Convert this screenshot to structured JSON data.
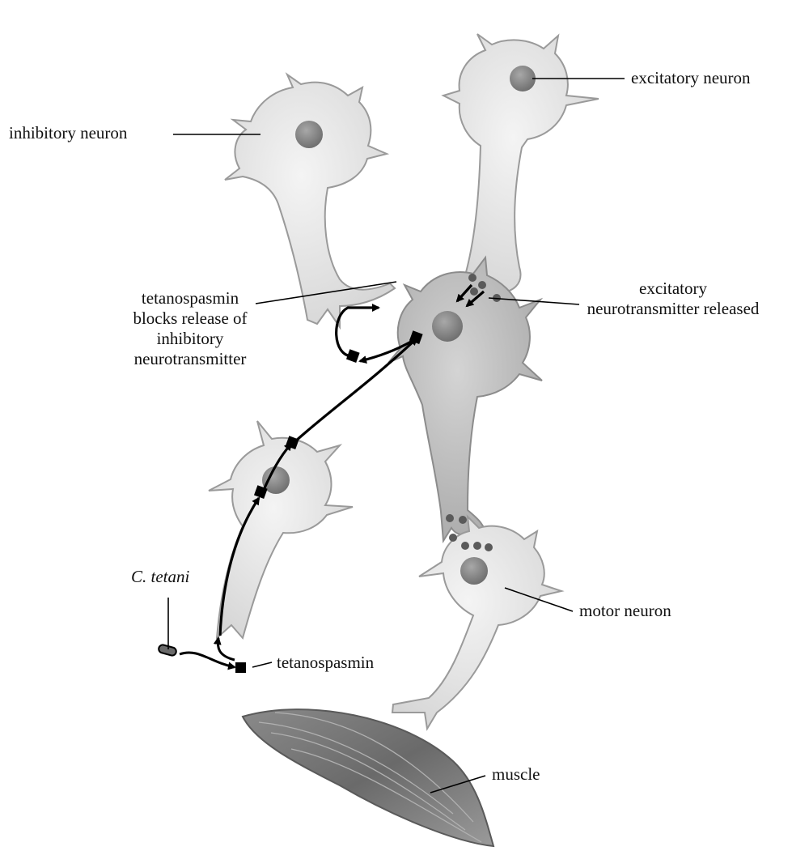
{
  "labels": {
    "inhibitory_neuron": "inhibitory neuron",
    "excitatory_neuron": "excitatory neuron",
    "blocks_line1": "tetanospasmin",
    "blocks_line2": "blocks release of",
    "blocks_line3": "inhibitory",
    "blocks_line4": "neurotransmitter",
    "excitatory_released_line1": "excitatory",
    "excitatory_released_line2": "neurotransmitter released",
    "c_tetani": "C. tetani",
    "tetanospasmin": "tetanospasmin",
    "motor_neuron": "motor neuron",
    "muscle": "muscle"
  },
  "colors": {
    "cell_fill": "#e6e6e6",
    "cell_stroke": "#9a9a9a",
    "nucleus": "#8a8a8a",
    "center_cell": "#b8b8b8",
    "muscle": "#6e6e6e",
    "arrow": "#000000",
    "toxin": "#000000",
    "vesicle": "#5a5a5a"
  }
}
